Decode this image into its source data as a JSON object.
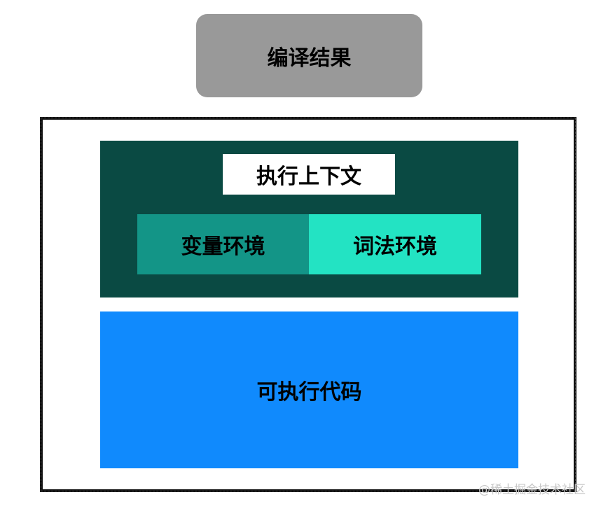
{
  "diagram": {
    "compile_result": "编译结果",
    "execution_context": "执行上下文",
    "variable_environment": "变量环境",
    "lexical_environment": "词法环境",
    "executable_code": "可执行代码"
  },
  "watermark": "@稀土掘金技术社区",
  "colors": {
    "compile_box": "#999999",
    "context_box": "#0a4a43",
    "variable_env": "#139587",
    "lexical_env": "#23e3c3",
    "code_box": "#108afd"
  }
}
